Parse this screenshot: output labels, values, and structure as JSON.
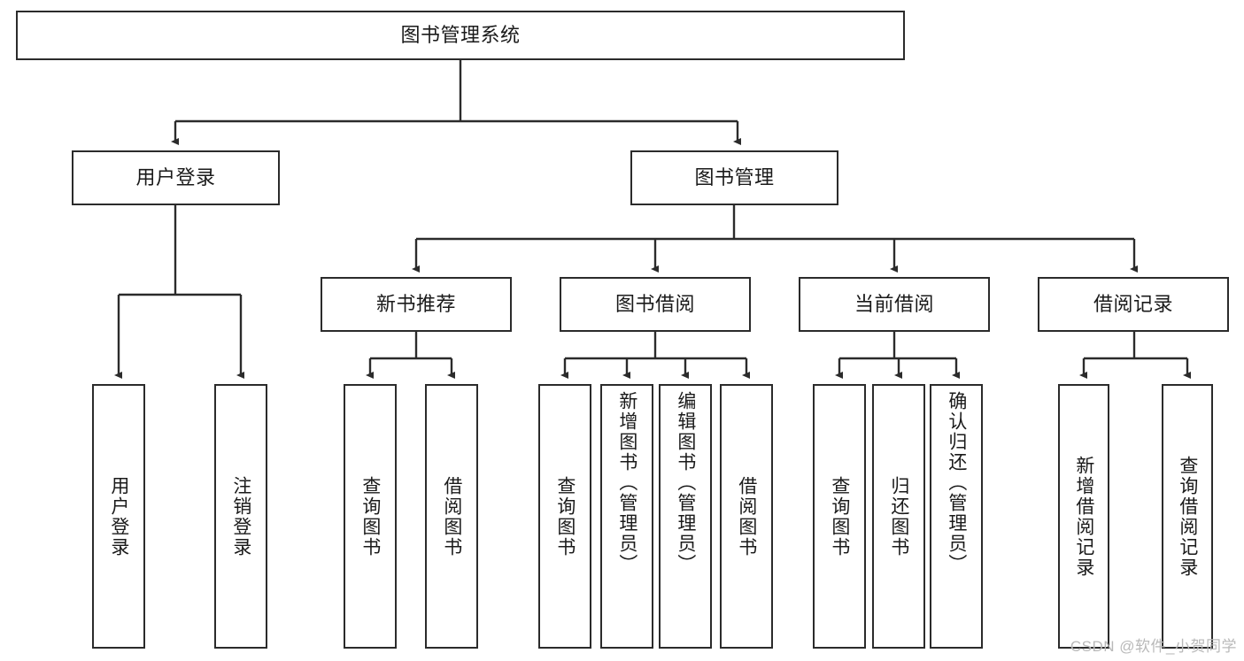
{
  "diagram": {
    "title": "图书管理系统",
    "type": "tree-hierarchy",
    "watermark": "CSDN @软件_小贺同学",
    "colors": {
      "stroke": "#2b2b2b",
      "fill": "#ffffff",
      "text": "#1a1a1a",
      "watermark": "#b9b9b9"
    },
    "nodes": {
      "root": {
        "label": "图书管理系统"
      },
      "level1": [
        {
          "label": "用户登录"
        },
        {
          "label": "图书管理"
        }
      ],
      "level2": [
        {
          "label": "新书推荐"
        },
        {
          "label": "图书借阅"
        },
        {
          "label": "当前借阅"
        },
        {
          "label": "借阅记录"
        }
      ],
      "leaves_user_login": [
        {
          "label": "用户登录"
        },
        {
          "label": "注销登录"
        }
      ],
      "leaves_new_book": [
        {
          "label": "查询图书"
        },
        {
          "label": "借阅图书"
        }
      ],
      "leaves_borrow": [
        {
          "label": "查询图书"
        },
        {
          "label": "新增图书（管理员）"
        },
        {
          "label": "编辑图书（管理员）"
        },
        {
          "label": "借阅图书"
        }
      ],
      "leaves_current": [
        {
          "label": "查询图书"
        },
        {
          "label": "归还图书"
        },
        {
          "label": "确认归还（管理员）"
        }
      ],
      "leaves_records": [
        {
          "label": "新增借阅记录"
        },
        {
          "label": "查询借阅记录"
        }
      ]
    }
  }
}
